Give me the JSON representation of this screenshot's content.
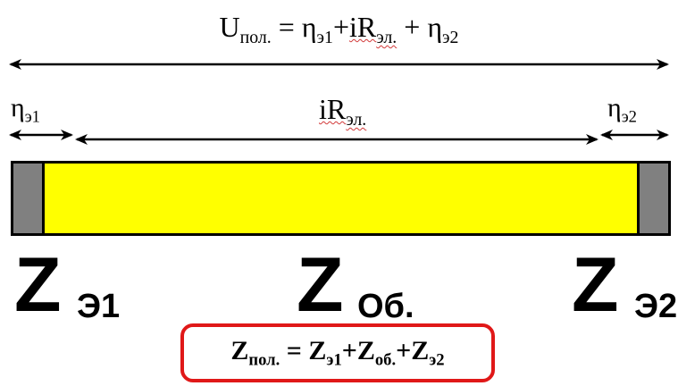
{
  "top_formula": {
    "u": "U",
    "u_sub": "пол.",
    "eq": " = ",
    "eta1": "η",
    "eta1_sub": "э1",
    "plus1": "+",
    "ir": "iR",
    "ir_sub": "эл.",
    "plus2": " + ",
    "eta2": "η",
    "eta2_sub": "э2"
  },
  "labels": {
    "eta1": "η",
    "eta1_sub": "э1",
    "ir": "iR",
    "ir_sub": "эл.",
    "eta2": "η",
    "eta2_sub": "э2"
  },
  "impedances": {
    "z1": "Z",
    "z1_sub": "Э1",
    "zob": "Z",
    "zob_sub": "Об.",
    "z2": "Z",
    "z2_sub": "Э2"
  },
  "sum_formula": {
    "z": "Z",
    "z_sub": "пол.",
    "eq": " = ",
    "z1": "Z",
    "z1_sub": "э1",
    "plus1": "+",
    "zob": "Z",
    "zob_sub": "об.",
    "plus2": "+",
    "z2": "Z",
    "z2_sub": "э2"
  },
  "colors": {
    "electrolyte": "#ffff00",
    "electrode": "#808080",
    "highlight_box": "#e01818"
  }
}
